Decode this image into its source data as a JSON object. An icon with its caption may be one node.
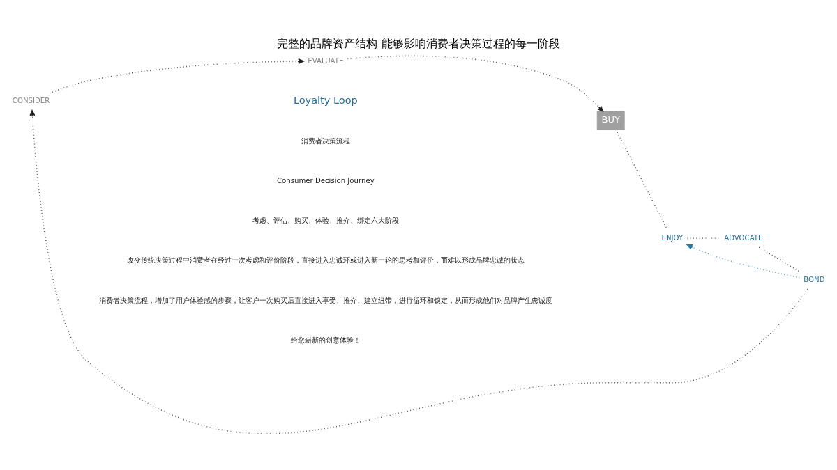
{
  "diagram": {
    "title": "完整的品牌资产结构 能够影响消费者决策过程的每一阶段",
    "nodes": [
      {
        "text": [
          "CONSIDER"
        ]
      },
      {
        "text": [
          "EVALUATE"
        ]
      },
      {
        "text": [
          "BUY"
        ]
      },
      {
        "text": [
          "ENJOY"
        ]
      },
      {
        "text": [
          "ADVOCATE"
        ]
      },
      {
        "text": [
          "BOND"
        ]
      }
    ],
    "edges": [
      {
        "from": 5,
        "to": 0,
        "arrow": "to"
      },
      {
        "from": 0,
        "to": 1,
        "arrow": "to"
      },
      {
        "from": 1,
        "to": 2,
        "arrow": "to"
      },
      {
        "from": 2,
        "to": 3,
        "arrow": "none"
      },
      {
        "from": 3,
        "to": 4,
        "arrow": "none"
      },
      {
        "from": 4,
        "to": 5,
        "arrow": "none"
      },
      {
        "from": 5,
        "to": 3,
        "arrow": "to",
        "color": "#1f7aa8"
      }
    ],
    "labels": [
      "Loyalty Loop",
      "消费者决策流程",
      "Consumer Decision Journey",
      "考虑、评估、购买、体验、推介、绑定六大阶段",
      "改变传统决策过程中消费者在经过一次考虑和评价阶段，直接进入忠诚环或进入新一轮的思考和评价，而难以形成品牌忠诚的状态",
      "消费者决策流程，增加了用户体验感的步骤，让客户一次购买后直接进入享受、推介、建立纽带，进行循环和锁定，从而形成他们对品牌产生忠诚度",
      "给您崭新的创意体验！"
    ]
  }
}
